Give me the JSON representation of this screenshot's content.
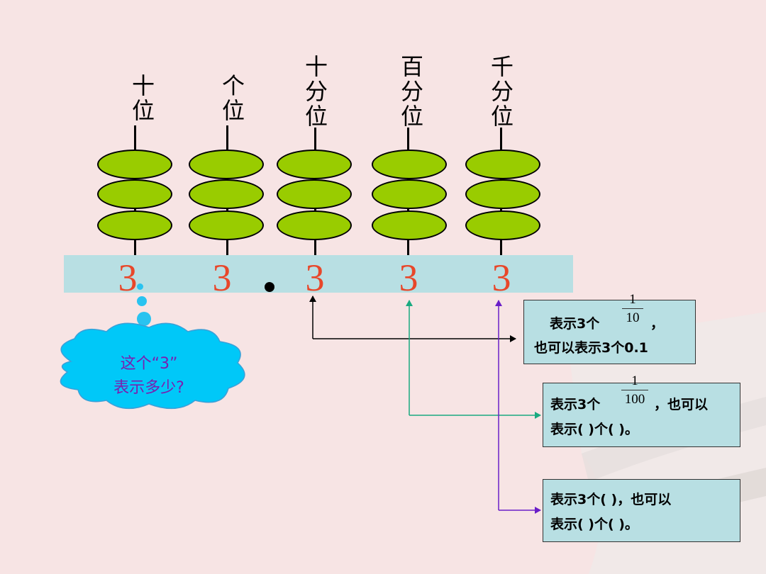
{
  "columns": [
    {
      "label": [
        "十",
        "位"
      ],
      "digit": "3"
    },
    {
      "label": [
        "个",
        "位"
      ],
      "digit": "3"
    },
    {
      "label": [
        "十",
        "分",
        "位"
      ],
      "digit": "3"
    },
    {
      "label": [
        "百",
        "分",
        "位"
      ],
      "digit": "3"
    },
    {
      "label": [
        "千",
        "分",
        "位"
      ],
      "digit": "3"
    }
  ],
  "decimal_point": "•",
  "bead_color": "#99cc00",
  "digit_color": "#e8472a",
  "question": {
    "line1": "这个“3”",
    "line2": "表示多少?",
    "color": "#7a1fb0",
    "cloud_color": "#00c8f8"
  },
  "box1": {
    "line1_pre": "表示3个",
    "frac_num": "1",
    "frac_den": "10",
    "line1_post": "，",
    "line2": "也可以表示3个0.1"
  },
  "box2": {
    "line1_pre": "表示3个",
    "frac_num": "1",
    "frac_den": "100",
    "line1_post": "，也可以",
    "line2": "表示(     )个(      )。"
  },
  "box3": {
    "line1": "表示3个(      )，也可以",
    "line2": "表示(     )个(      )。"
  },
  "arrow_colors": {
    "tenths": "#000000",
    "hundredths": "#1aaa80",
    "thousandths": "#6a1ec8"
  }
}
